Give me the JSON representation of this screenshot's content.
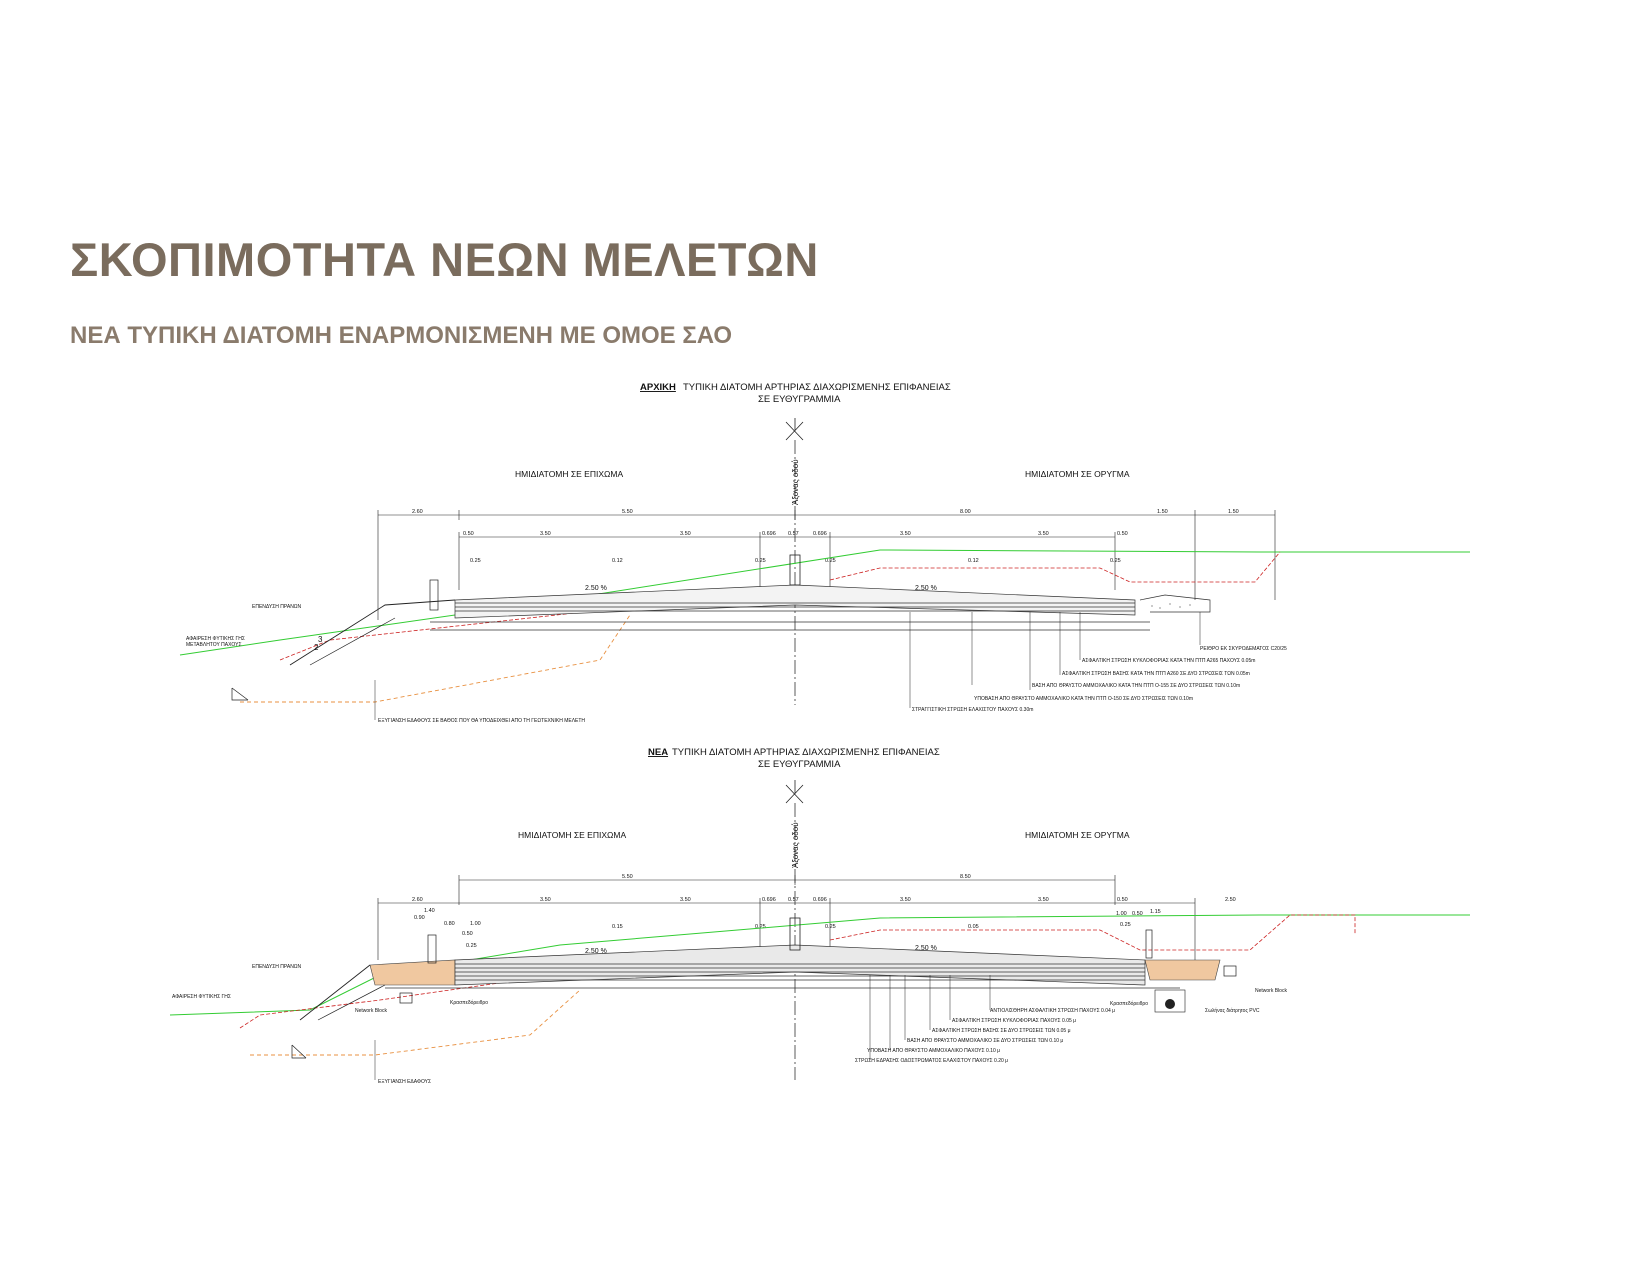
{
  "slide": {
    "title": "ΣΚΟΠΙΜΟΤΗΤΑ ΝΕΩΝ ΜΕΛΕΤΩΝ",
    "subtitle": "ΝΕΑ ΤΥΠΙΚΗ ΔΙΑΤΟΜΗ ΕΝΑΡΜΟΝΙΣΜΕΝΗ ΜΕ ΟΜΟΕ ΣΑΟ"
  },
  "colors": {
    "title": "#7a6c5d",
    "ground_line": "#33cc33",
    "excavation_line": "#e89040",
    "cut_line": "#cc2222",
    "fill_hatch": "#f0c8a0"
  },
  "top_section": {
    "heading_keyword": "ΑΡΧΙΚΗ",
    "heading_rest": "ΤΥΠΙΚΗ ΔΙΑΤΟΜΗ ΑΡΤΗΡΙΑΣ ΔΙΑΧΩΡΙΣΜΕΝΗΣ ΕΠΙΦΑΝΕΙΑΣ",
    "heading_line2": "ΣΕ ΕΥΘΥΓΡΑΜΜΙΑ",
    "axis_label": "Άξονας οδού",
    "left_half": "ΗΜΙΔΙΑΤΟΜΗ ΣΕ ΕΠΙΧΩΜΑ",
    "right_half": "ΗΜΙΔΙΑΤΟΜΗ ΣΕ ΟΡΥΓΜΑ",
    "dims_top": [
      "2.60",
      "5.50",
      "8.00",
      "1.50",
      "1.50"
    ],
    "dims_row2": [
      "0.50",
      "3.50",
      "3.50",
      "0.696",
      "0.57",
      "0.696",
      "3.50",
      "3.50",
      "0.50"
    ],
    "dims_row3": [
      "0.25",
      "0.12",
      "0.25",
      "0.25",
      "0.12",
      "0.25"
    ],
    "slope_left": "2.50 %",
    "slope_right": "2.50 %",
    "slope_ratio": [
      "3",
      "2"
    ],
    "notes_left": [
      "ΕΠΕΝΔΥΣΗ ΠΡΑΝΩΝ",
      "ΑΦΑΙΡΕΣΗ ΦΥΤΙΚΗΣ ΓΗΣ",
      "ΜΕΤΑΒΛΗΤΟΥ ΠΑΧΟΥΣ",
      "ΕΞΥΓΙΑΝΣΗ ΕΔΑΦΟΥΣ ΣΕ ΒΑΘΟΣ ΠΟΥ ΘΑ ΥΠΟΔΕΙΧΘΕΙ ΑΠΟ ΤΗ ΓΕΩΤΕΧΝΙΚΗ ΜΕΛΕΤΗ"
    ],
    "notes_right": [
      "ΡΕΙΘΡΟ ΕΚ ΣΚΥΡΟΔΕΜΑΤΟΣ C20/25",
      "ΑΣΦΑΛΤΙΚΗ ΣΤΡΩΣΗ ΚΥΚΛΟΦΟΡΙΑΣ ΚΑΤΑ ΤΗΝ ΠΤΠ Α265 ΠΑΧΟΥΣ 0.05m",
      "ΑΣΦΑΛΤΙΚΗ ΣΤΡΩΣΗ ΒΑΣΗΣ ΚΑΤΑ ΤΗΝ ΠΤΠ Α260 ΣΕ ΔΥΟ ΣΤΡΩΣΕΙΣ ΤΩΝ 0.05m",
      "ΒΑΣΗ ΑΠΟ ΘΡΑΥΣΤΟ ΑΜΜΟΧΑΛΙΚΟ ΚΑΤΑ ΤΗΝ ΠΤΠ Ο-155 ΣΕ ΔΥΟ ΣΤΡΩΣΕΙΣ ΤΩΝ 0.10m",
      "ΥΠΟΒΑΣΗ ΑΠΟ ΘΡΑΥΣΤΟ ΑΜΜΟΧΑΛΙΚΟ ΚΑΤΑ ΤΗΝ ΠΤΠ Ο-150 ΣΕ ΔΥΟ ΣΤΡΩΣΕΙΣ ΤΩΝ 0.10m",
      "ΣΤΡΑΓΓΙΣΤΙΚΗ ΣΤΡΩΣΗ ΕΛΑΧΙΣΤΟΥ ΠΑΧΟΥΣ 0.30m"
    ]
  },
  "bottom_section": {
    "heading_keyword": "ΝΕΑ",
    "heading_rest": "ΤΥΠΙΚΗ ΔΙΑΤΟΜΗ ΑΡΤΗΡΙΑΣ ΔΙΑΧΩΡΙΣΜΕΝΗΣ ΕΠΙΦΑΝΕΙΑΣ",
    "heading_line2": "ΣΕ ΕΥΘΥΓΡΑΜΜΙΑ",
    "axis_label": "Άξονας οδού",
    "left_half": "ΗΜΙΔΙΑΤΟΜΗ ΣΕ ΕΠΙΧΩΜΑ",
    "right_half": "ΗΜΙΔΙΑΤΟΜΗ ΣΕ ΟΡΥΓΜΑ",
    "dims_top": [
      "5.50",
      "8.50"
    ],
    "dims_row2": [
      "2.60",
      "3.50",
      "3.50",
      "0.696",
      "0.57",
      "0.696",
      "3.50",
      "3.50",
      "0.50",
      "2.50"
    ],
    "dims_row3": [
      "1.40",
      "0.90",
      "0.80",
      "1.00",
      "0.50",
      "0.25",
      "0.15",
      "0.25",
      "0.25",
      "0.05",
      "1.00",
      "0.50",
      "1.15",
      "0.25"
    ],
    "slope_left": "2.50 %",
    "slope_right": "2.50 %",
    "notes_left": [
      "ΕΠΕΝΔΥΣΗ ΠΡΑΝΩΝ",
      "ΑΦΑΙΡΕΣΗ ΦΥΤΙΚΗΣ ΓΗΣ",
      "ΕΞΥΓΙΑΝΣΗ ΕΔΑΦΟΥΣ",
      "Network Block",
      "Κρασπεδόρειθρο"
    ],
    "notes_right": [
      "ΑΝΤΙΟΛΙΣΘΗΡΗ ΑΣΦΑΛΤΙΚΗ ΣΤΡΩΣΗ ΠΑΧΟΥΣ 0.04 μ",
      "ΑΣΦΑΛΤΙΚΗ ΣΤΡΩΣΗ ΚΥΚΛΟΦΟΡΙΑΣ ΠΑΧΟΥΣ 0.05 μ",
      "ΑΣΦΑΛΤΙΚΗ ΣΤΡΩΣΗ ΒΑΣΗΣ ΣΕ ΔΥΟ ΣΤΡΩΣΕΙΣ ΤΩΝ 0.05 μ",
      "ΒΑΣΗ ΑΠΟ ΘΡΑΥΣΤΟ ΑΜΜΟΧΑΛΙΚΟ ΣΕ ΔΥΟ ΣΤΡΩΣΕΙΣ ΤΩΝ 0.10 μ",
      "ΥΠΟΒΑΣΗ ΑΠΟ ΘΡΑΥΣΤΟ ΑΜΜΟΧΑΛΙΚΟ ΠΑΧΟΥΣ 0.10 μ",
      "ΣΤΡΩΣΗ ΕΔΡΑΣΗΣ ΟΔΟΣΤΡΩΜΑΤΟΣ ΕΛΑΧΙΣΤΟΥ ΠΑΧΟΥΣ 0.20 μ",
      "Κρασπεδόρειθρο",
      "Σωλήνας διάτρητος PVC",
      "Network Block"
    ]
  }
}
